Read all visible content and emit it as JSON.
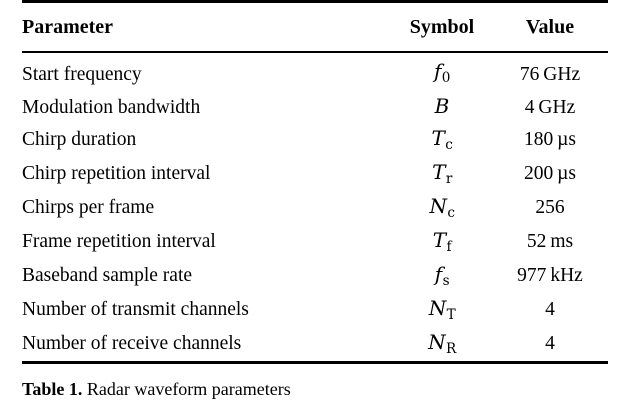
{
  "table": {
    "columns": [
      {
        "key": "parameter",
        "label": "Parameter",
        "align": "left"
      },
      {
        "key": "symbol",
        "label": "Symbol",
        "align": "center"
      },
      {
        "key": "value",
        "label": "Value",
        "align": "center"
      }
    ],
    "rows": [
      {
        "parameter": "Start frequency",
        "symbol_base": "f",
        "symbol_sub": "0",
        "value_number": "76",
        "value_unit": "GHz"
      },
      {
        "parameter": "Modulation bandwidth",
        "symbol_base": "B",
        "symbol_sub": "",
        "value_number": "4",
        "value_unit": "GHz"
      },
      {
        "parameter": "Chirp duration",
        "symbol_base": "T",
        "symbol_sub": "c",
        "value_number": "180",
        "value_unit": "µs"
      },
      {
        "parameter": "Chirp repetition interval",
        "symbol_base": "T",
        "symbol_sub": "r",
        "value_number": "200",
        "value_unit": "µs"
      },
      {
        "parameter": "Chirps per frame",
        "symbol_base": "N",
        "symbol_sub": "c",
        "value_number": "256",
        "value_unit": ""
      },
      {
        "parameter": "Frame repetition interval",
        "symbol_base": "T",
        "symbol_sub": "f",
        "value_number": "52",
        "value_unit": "ms"
      },
      {
        "parameter": "Baseband sample rate",
        "symbol_base": "f",
        "symbol_sub": "s",
        "value_number": "977",
        "value_unit": "kHz"
      },
      {
        "parameter": "Number of transmit channels",
        "symbol_base": "N",
        "symbol_sub": "T",
        "value_number": "4",
        "value_unit": ""
      },
      {
        "parameter": "Number of receive channels",
        "symbol_base": "N",
        "symbol_sub": "R",
        "value_number": "4",
        "value_unit": ""
      }
    ]
  },
  "caption": {
    "label": "Table 1.",
    "text": "Radar waveform parameters"
  },
  "colors": {
    "background": "#ffffff",
    "text": "#000000",
    "rule": "#000000"
  }
}
